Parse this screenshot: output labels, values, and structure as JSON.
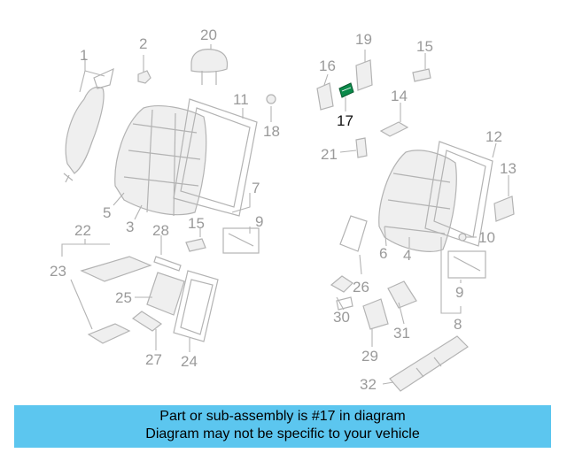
{
  "diagram": {
    "highlight_color": "#0a8a4a",
    "labels": {
      "n1": "1",
      "n2": "2",
      "n3": "3",
      "n4": "4",
      "n5": "5",
      "n6": "6",
      "n7": "7",
      "n8": "8",
      "n9a": "9",
      "n9b": "9",
      "n10": "10",
      "n11": "11",
      "n12": "12",
      "n13": "13",
      "n14": "14",
      "n15a": "15",
      "n15b": "15",
      "n16": "16",
      "n17": "17",
      "n18": "18",
      "n19": "19",
      "n20": "20",
      "n21": "21",
      "n22": "22",
      "n23": "23",
      "n24": "24",
      "n25": "25",
      "n26": "26",
      "n27": "27",
      "n28": "28",
      "n29": "29",
      "n30": "30",
      "n31": "31",
      "n32": "32"
    }
  },
  "banner": {
    "line1": "Part or sub-assembly is #17 in diagram",
    "line2": "Diagram may not be specific to your vehicle",
    "background": "#5cc6ef"
  }
}
